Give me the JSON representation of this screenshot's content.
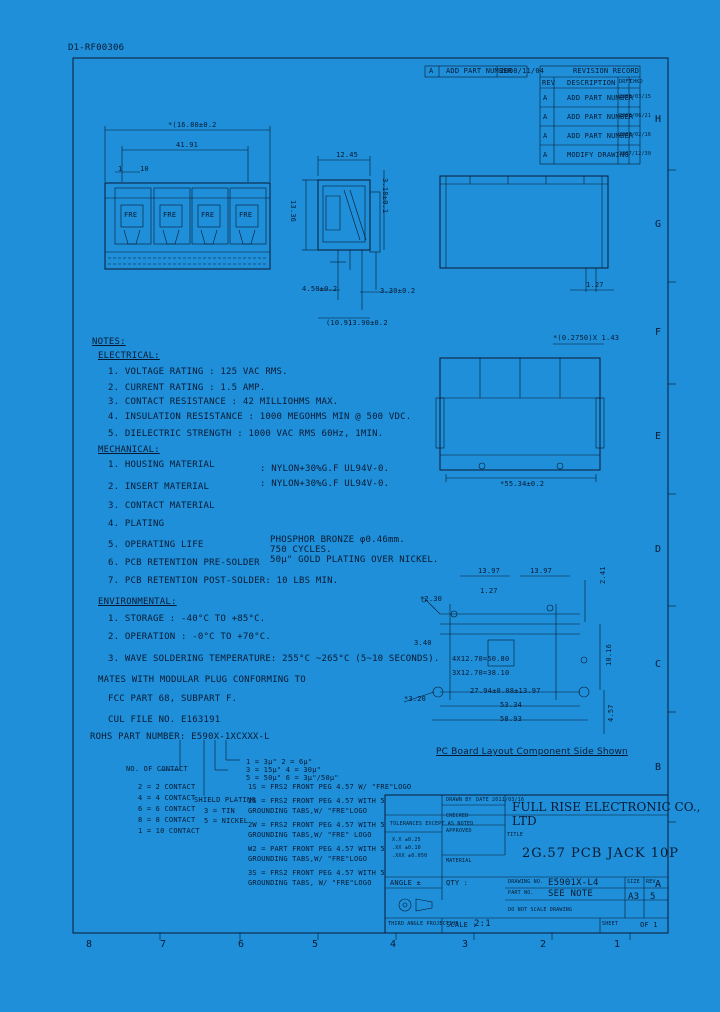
{
  "doc_id": "D1-RF00306",
  "revision": {
    "top_row": [
      "A",
      "ADD PART NUMBER",
      "2008/11/04"
    ],
    "header": "REVISION RECORD",
    "columns": [
      "REV",
      "DESCRIPTION",
      "DRFT",
      "CHKD"
    ],
    "rows": [
      [
        "A",
        "ADD PART NUMBER",
        "2006/03/15",
        ""
      ],
      [
        "A",
        "ADD PART NUMBER",
        "2008/06/21",
        ""
      ],
      [
        "A",
        "ADD PART NUMBER",
        "2007/02/16",
        ""
      ],
      [
        "A",
        "MODIFY DRAWING",
        "2007/12/30",
        ""
      ]
    ]
  },
  "zones_right": [
    "H",
    "G",
    "F",
    "E",
    "D",
    "C",
    "B",
    "A"
  ],
  "zones_bottom": [
    "8",
    "7",
    "6",
    "5",
    "4",
    "3",
    "2",
    "1"
  ],
  "dims": {
    "front_overall": "*(16.80±0.2",
    "front_span": "41.91",
    "front_first": "1",
    "front_tenth": "10",
    "side_width": "12.45",
    "side_height": "13.36",
    "side_base": "4.50±0.2",
    "side_depth": "3.30±0.2",
    "side_bottom_a": "(10.9)",
    "side_bottom_b": "13.90±0.2",
    "side_right": "3.18±0.1",
    "side_pin": "1.27",
    "top_pitch": "*(0.2750)X 1.43",
    "top_width": "*55.34±0.2",
    "pcb_a": "13.97",
    "pcb_b": "13.97",
    "pcb_pitch": "1.27",
    "pcb_hole": "*2.30",
    "pcb_ref": "3.40",
    "pcb_r": "2.41",
    "pcb_v1": "10.16",
    "pcb_v2": "4.57",
    "pcb_center": "4X12.70=50.80",
    "pcb_center2": "3X12.70=38.10",
    "pcb_h1": "27.94±0.08±13.97",
    "pcb_w1": "53.34",
    "pcb_w2": "58.93",
    "pcb_hole2": "*3.20"
  },
  "pcb_caption": "PC Board Layout Component Side Shown",
  "jack_labels": [
    "FRE",
    "FRE",
    "FRE",
    "FRE"
  ],
  "notes": {
    "title": "NOTES:",
    "electrical_title": "ELECTRICAL:",
    "electrical": [
      "1. VOLTAGE RATING           : 125 VAC RMS.",
      "2. CURRENT RATING           : 1.5 AMP.",
      "3. CONTACT RESISTANCE       : 42 MILLIOHMS MAX.",
      "4. INSULATION RESISTANCE : 1000 MEGOHMS MIN @ 500 VDC.",
      "5. DIELECTRIC STRENGTH    : 1000 VAC RMS 60Hz, 1MIN."
    ],
    "mechanical_title": "MECHANICAL:",
    "mechanical": [
      "1. HOUSING MATERIAL",
      "2. INSERT MATERIAL",
      "3. CONTACT MATERIAL",
      "4. PLATING",
      "5. OPERATING LIFE",
      "6. PCB RETENTION PRE-SOLDER",
      "7. PCB RETENTION POST-SOLDER: 10 LBS MIN."
    ],
    "mech_values": [
      ": NYLON+30%G.F UL94V-0.",
      ": NYLON+30%G.F UL94V-0.",
      "PHOSPHOR BRONZE φ0.46mm.",
      "50μ\" GOLD PLATING OVER NICKEL.",
      "750 CYCLES."
    ],
    "environmental_title": "ENVIRONMENTAL:",
    "environmental": [
      "1. STORAGE       : -40°C TO +85°C.",
      "2. OPERATION   : -0°C TO +70°C.",
      "3. WAVE SOLDERING TEMPERATURE: 255°C ~265°C (5~10 SECONDS)."
    ],
    "mates": "MATES WITH MODULAR PLUG CONFORMING TO",
    "fcc": "FCC PART 68, SUBPART F.",
    "ul": "CUL FILE NO. E163191",
    "rohs": "ROHS PART NUMBER: E590X-1XCXXX-L"
  },
  "part_code": {
    "contacts_title": "NO. OF CONTACT",
    "contacts": [
      "2 = 2 CONTACT",
      "4 = 4 CONTACT",
      "6 = 6 CONTACT",
      "8 = 8 CONTACT",
      "1 = 10 CONTACT"
    ],
    "plating": [
      "1 = 3μ\" 2 = 6μ\"",
      "3 = 15μ\" 4 = 30μ\"",
      "5 = 50μ\" 6 = 3μ\"/50μ\""
    ],
    "shield_title": "SHIELD PLATING",
    "shield": [
      "3 = TIN",
      "5 = NICKEL"
    ],
    "options": [
      "1S = FRS2 FRONT PEG 4.57 W/ \"FRE\"LOGO",
      "2S = FRS2 FRONT PEG 4.57 WITH 5",
      "     GROUNDING TABS,W/ \"FRE\"LOGO",
      "2W = FRS2 FRONT PEG 4.57 WITH 5",
      "     GROUNDING TABS,W/ \"FRE\" LOGO",
      "W2 = PART FRONT PEG 4.57 WITH 5",
      "     GROUNDING TABS,W/ \"FRE\"LOGO",
      "3S = FRS2 FRONT PEG 4.57 WITH 5",
      "     GROUNDING TABS, W/ \"FRE\"LOGO"
    ]
  },
  "title_block": {
    "company": "FULL RISE ELECTRONIC CO., LTD",
    "drawn_by": "DRAWN BY",
    "drawn_date": "DATE 2011/03/16",
    "checked": "CHECKED",
    "approved": "APPROVED",
    "tolerance": "TOLERANCES EXCEPT AS NOTED",
    "tol_rows": [
      "X.X ±0.25",
      ".XX ±0.10",
      ".XXX ±0.050"
    ],
    "material_label": "MATERIAL",
    "title_label": "TITLE",
    "title": "2G.57 PCB JACK 10P",
    "drawing_no_label": "DRAWING NO.",
    "drawing_no": "E5901X-L4",
    "part_no_label": "PART NO.",
    "part_no": "SEE NOTE",
    "size_label": "SIZE",
    "size": "A3",
    "rev_label": "REV",
    "rev": "5",
    "angle_label": "ANGLE ±",
    "qty_label": "QTY :",
    "projection": "THIRD ANGLE PROJECTION",
    "scale_label": "SCALE :",
    "scale": "2:1",
    "no_scale": "DO NOT SCALE DRAWING",
    "sheet_label": "SHEET",
    "sheet": "OF 1"
  }
}
